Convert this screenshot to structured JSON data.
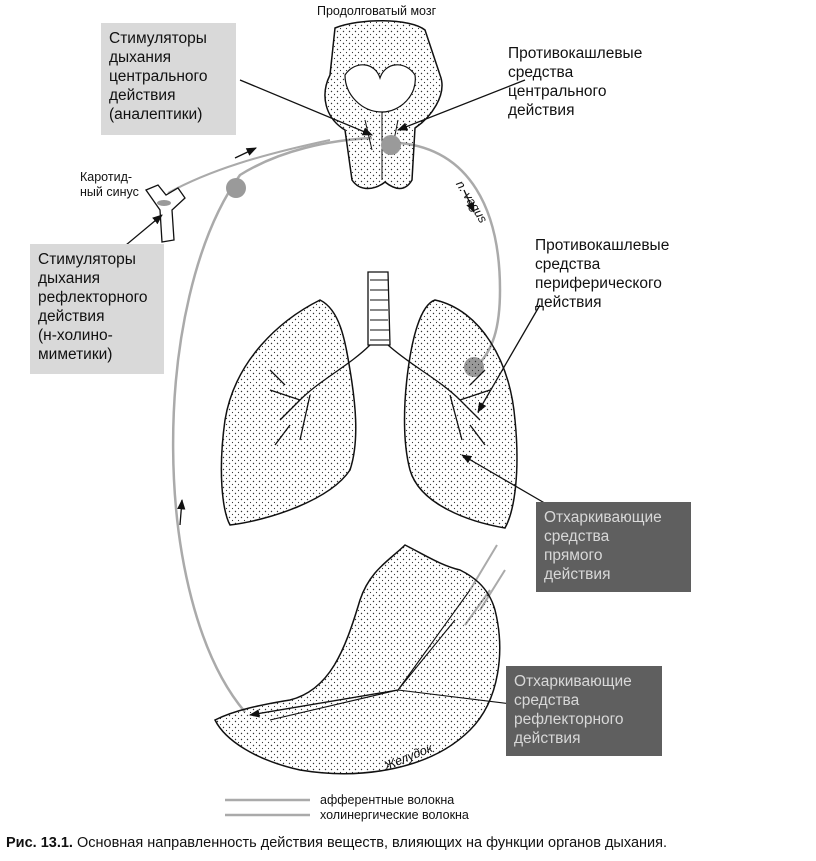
{
  "labels": {
    "medulla": "Продолговатый мозг",
    "carotid_sinus": "Каротид-\nный синус",
    "vagus": "n. vagus",
    "stomach": "Желудок"
  },
  "boxes": {
    "central_stimulants": "Стимуляторы\nдыхания\nцентрального\nдействия\n(аналептики)",
    "central_antitussives": "Противокашлевые\nсредства\nцентрального\nдействия",
    "reflex_stimulants": "Стимуляторы\nдыхания\nрефлекторного\nдействия\n(н-холино-\nмиметики)",
    "peripheral_antitussives": "Противокашлевые\nсредства\nпериферического\nдействия",
    "direct_expectorants": "Отхаркивающие\nсредства\nпрямого\nдействия",
    "reflex_expectorants": "Отхаркивающие\nсредства\nрефлекторного\nдействия"
  },
  "legend": {
    "afferent": "афферентные волокна",
    "cholinergic": "холинергические волокна"
  },
  "caption": {
    "number": "Рис. 13.1.",
    "text": " Основная направленность действия веществ, влияющих на функции органов дыхания."
  },
  "colors": {
    "line": "#111111",
    "fiber": "#aaaaaa",
    "receptor": "#9a9a9a",
    "box_light": "#d9d9d9",
    "box_dark": "#5f5f5f"
  }
}
